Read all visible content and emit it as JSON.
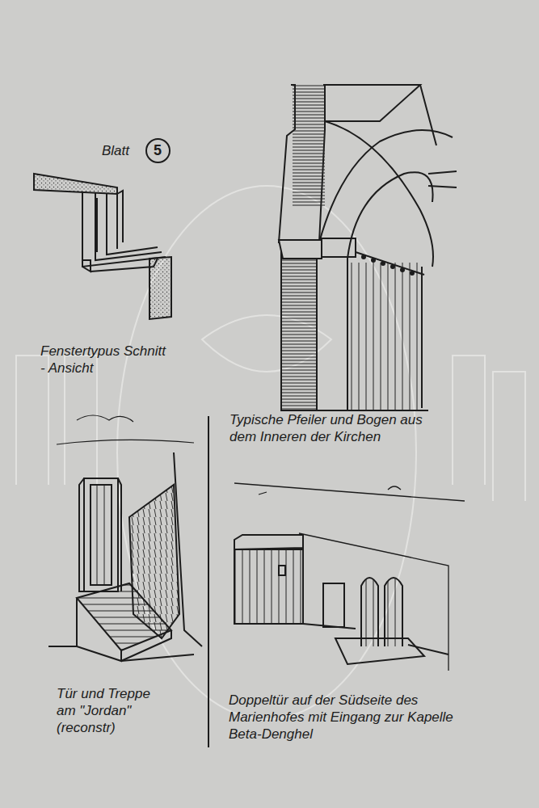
{
  "diagram": {
    "nodes": [
      {
        "text": [
          "5"
        ]
      }
    ],
    "labels": [
      "Blatt",
      "Fenstertypus Schnitt - Ansicht",
      "Typische Pfeiler und Bogen aus dem Inneren der Kirchen",
      "Tür und Treppe am \"Jordan\" (reconstr)",
      "Doppeltür auf der Südseite des Marienhofes mit Eingang zur Kapelle Beta-Denghel"
    ]
  }
}
